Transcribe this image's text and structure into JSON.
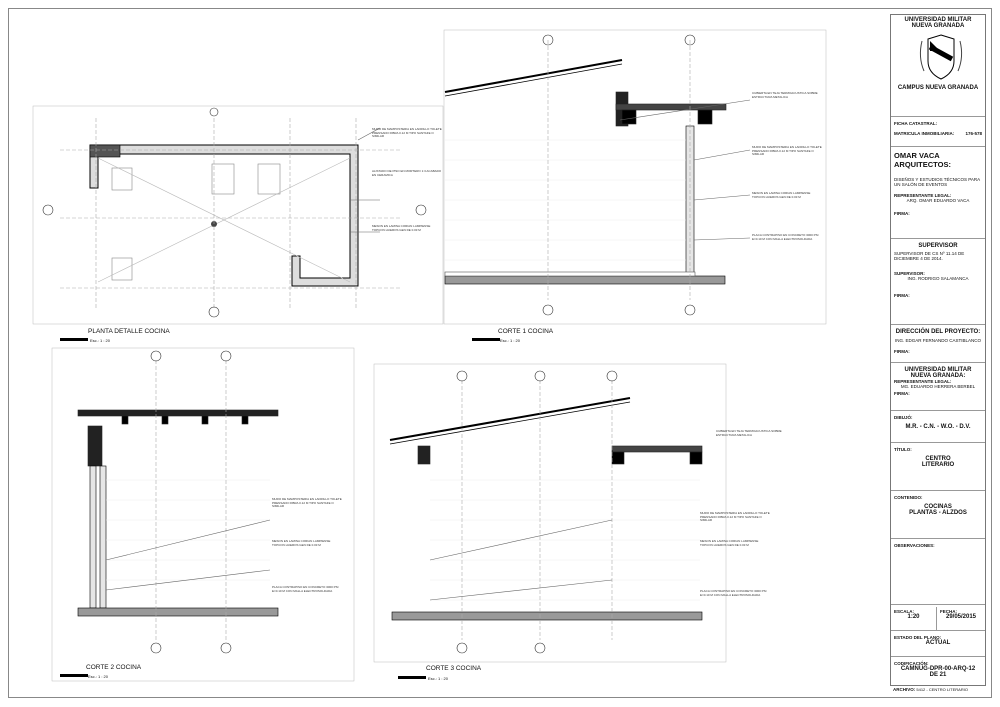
{
  "title_block": {
    "university_line1": "UNIVERSIDAD MILITAR",
    "university_line2": "NUEVA GRANADA",
    "campus": "CAMPUS NUEVA GRANADA",
    "ficha_label": "FICHA CATASTRAL:",
    "matricula_label": "MATRICULA INMOBILIARIA:",
    "matricula_value": "176-578",
    "firm_name": "OMAR VACA ARQUITECTOS:",
    "firm_desc": "DISEÑOS Y ESTUDIOS TÉCNICOS PARA UN SALÓN DE EVENTOS",
    "rep_label": "REPRESENTANTE LEGAL:",
    "rep_value": "ARQ. OMAR EDUARDO VACA",
    "firma1": "FIRMA:",
    "supervisor_title": "SUPERVISOR",
    "supervisor_desc": "SUPERVISOR DE CS Nº 11.14 DE DICIEMBRE 4 DE 2014.",
    "supervisor_label": "SUPERVISOR:",
    "supervisor_value": "ING. RODRIGO SALAMANCA",
    "firma2": "FIRMA:",
    "direccion_title": "DIRECCIÓN DEL PROYECTO:",
    "direccion_value": "ING. EDGAR FERNANDO CASTIBLANCO",
    "firma3": "FIRMA:",
    "owner_line1": "UNIVERSIDAD MILITAR",
    "owner_line2": "NUEVA GRANADA:",
    "owner_rep_label": "REPRESENTANTE LEGAL:",
    "owner_rep_value": "MG. EDUARDO HERRERA BERBEL",
    "firma4": "FIRMA:",
    "dibujo_label": "DIBUJÓ:",
    "dibujo_value": "M.R. - C.N. - W.O. - D.V.",
    "titulo_label": "TÍTULO:",
    "titulo_line1": "CENTRO",
    "titulo_line2": "LITERARIO",
    "contenido_label": "CONTENIDO:",
    "contenido_line1": "COCINAS",
    "contenido_line2": "PLANTAS - ALZDOS",
    "observaciones_label": "OBSERVACIONES:",
    "escala_label": "ESCALA:",
    "escala_value": "1:20",
    "fecha_label": "FECHA:",
    "fecha_value": "29/05/2015",
    "estado_label": "ESTADO DEL PLANO:",
    "estado_value": "ACTUAL",
    "codificacion_label": "CODIFICACIÓN:",
    "codificacion_line1": "CAMNUG-DPR-00-ARQ-12",
    "codificacion_line2": "DE 21",
    "archivo_label": "ARCHIVO:",
    "archivo_value": "5412 - CENTRO LITERARIO"
  },
  "drawings": {
    "planta": {
      "caption": "PLANTA DETALLE COCINA",
      "scale": "Esc.: 1 : 20"
    },
    "corte1": {
      "caption": "CORTE 1 COCINA",
      "scale": "Esc.: 1 : 20"
    },
    "corte2": {
      "caption": "CORTE 2 COCINA",
      "scale": "Esc.: 1 : 20"
    },
    "corte3": {
      "caption": "CORTE 3 COCINA",
      "scale": "Esc.: 1 : 20"
    }
  },
  "notes": {
    "n1": "MURO DE MAMPOSTERIA EN LADRILLO TOLETE PRENSADO FIBRA 0.12 M TIPO SANTAFE O SIMILAR",
    "n2": "ALISTADO DE PISO EN MORTERO 1:3 ACABADO EN CERAMICA",
    "n3": "MESON EN LAMINA CORIAN LAMPIENSE TOPCON HUEROS GEN DE 0.03 M",
    "n4": "PLACA CONTRAPISO EN CONCRETO 3000 PSI E=0.10 M CON MALLA ELECTROSOLDADA",
    "n5": "CUBIERTA EN TEJA TERMOACUSTICA SOBRE ESTRUCTURA METALICA"
  }
}
